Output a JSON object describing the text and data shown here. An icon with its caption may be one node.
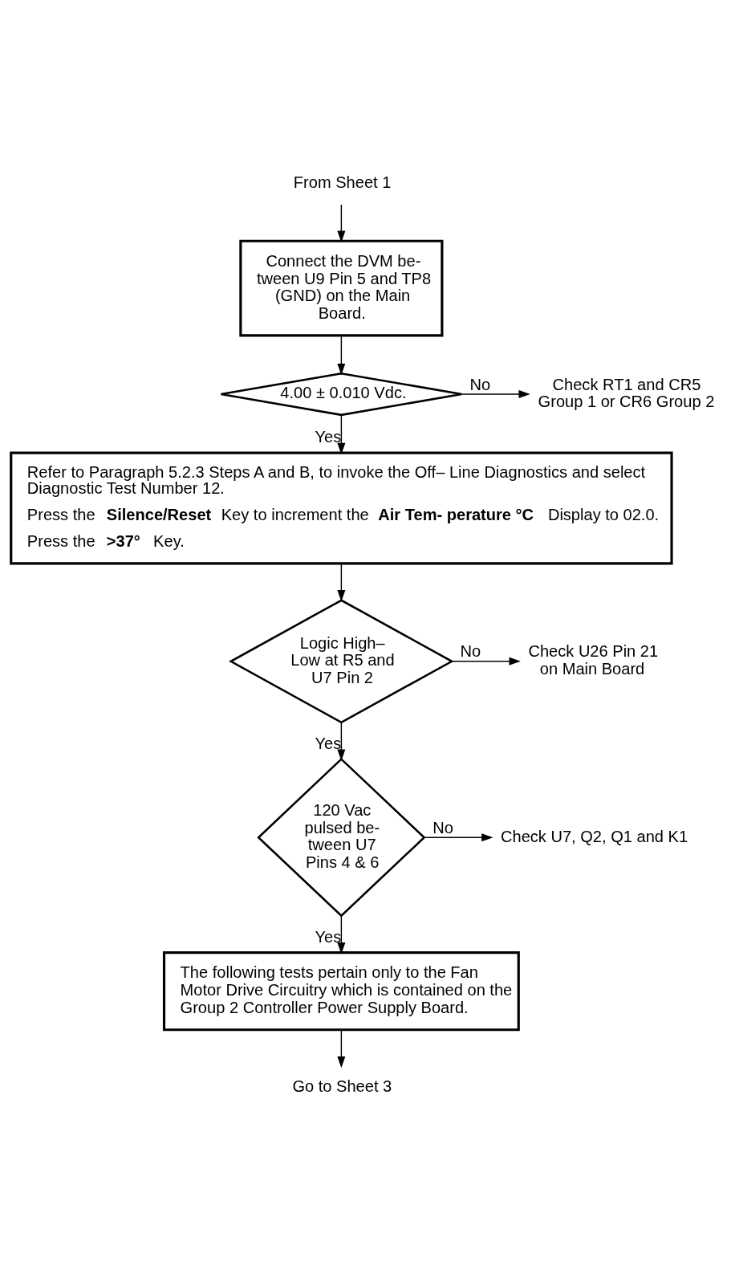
{
  "diagram": {
    "nodes": [
      {
        "text": [
          "From Sheet 1"
        ]
      },
      {
        "text": [
          "Connect the DVM be- tween U9 Pin 5 and TP8 (GND) on the Main Board."
        ]
      },
      {
        "text": [
          "4.00 ± 0.010 Vdc."
        ]
      },
      {
        "text": [
          "Check RT1 and CR5 Group 1 or CR6 Group 2"
        ]
      },
      {
        "text": [
          "Refer to Paragraph 5.2.3 Steps A and B, to invoke the Off– Line Diagnostics and select Diagnostic Test Number 12.",
          "Press the **Silence/Reset** Key to increment the **Air Tem- perature °C** Display to 02.0.",
          "Press the **>37°** Key."
        ]
      },
      {
        "text": [
          "Logic High– Low at R5 and U7 Pin 2"
        ]
      },
      {
        "text": [
          "Check U26 Pin 21 on Main Board"
        ]
      },
      {
        "text": [
          "120 Vac pulsed be- tween U7 Pins 4 & 6"
        ]
      },
      {
        "text": [
          "Check U7, Q2, Q1 and K1"
        ]
      },
      {
        "text": [
          "The following tests pertain only to the Fan Motor Drive Circuitry which is contained on the Group 2 Controller Power Supply Board."
        ]
      },
      {
        "text": [
          "Go to Sheet 3"
        ]
      }
    ],
    "edges": [
      {
        "from": 0,
        "to": 1,
        "arrow": "to"
      },
      {
        "from": 1,
        "to": 2,
        "arrow": "to"
      },
      {
        "from": 2,
        "to": 3,
        "arrow": "to",
        "label": "No"
      },
      {
        "from": 2,
        "to": 4,
        "arrow": "to",
        "label": "Yes"
      },
      {
        "from": 4,
        "to": 5,
        "arrow": "to"
      },
      {
        "from": 5,
        "to": 6,
        "arrow": "to",
        "label": "No"
      },
      {
        "from": 5,
        "to": 7,
        "arrow": "to",
        "label": "Yes"
      },
      {
        "from": 7,
        "to": 8,
        "arrow": "to",
        "label": "No"
      },
      {
        "from": 7,
        "to": 9,
        "arrow": "to",
        "label": "Yes"
      },
      {
        "from": 9,
        "to": 10,
        "arrow": "to"
      }
    ]
  }
}
